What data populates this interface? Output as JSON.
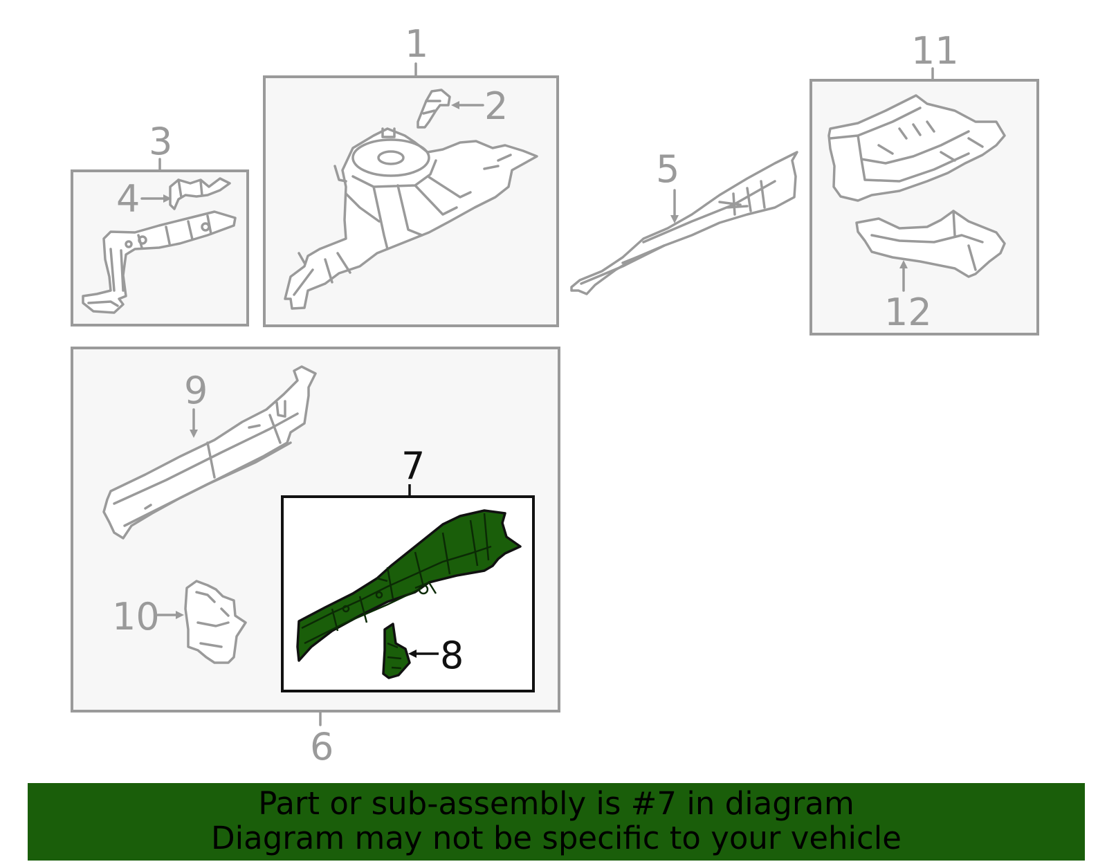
{
  "callouts": {
    "c1": "1",
    "c2": "2",
    "c3": "3",
    "c4": "4",
    "c5": "5",
    "c6": "6",
    "c7": "7",
    "c8": "8",
    "c9": "9",
    "c10": "10",
    "c11": "11",
    "c12": "12"
  },
  "highlight_color": "#1a5e0a",
  "banner": {
    "line1": "Part or sub-assembly is #7 in diagram",
    "line2": "Diagram may not be specific to your vehicle"
  }
}
